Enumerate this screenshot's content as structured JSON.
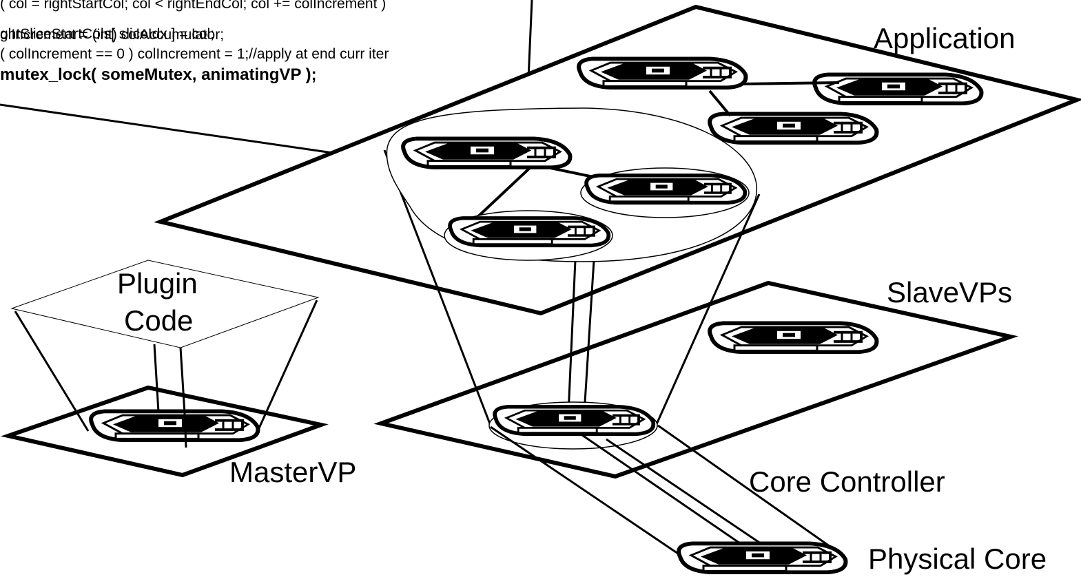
{
  "code_lines": [
    "( col = rightStartCol; col < rightEndCol; col += colIncrement )",
    "ghtSliceStartCols[ sliceIdx ] = col;",
    "olIncrement = (int) colAccumulator;",
    "( colIncrement == 0 ) colIncrement = 1;//apply at end curr iter",
    "mutex_lock( someMutex, animatingVP );"
  ],
  "labels": {
    "application": "Application",
    "slave_vps": "SlaveVPs",
    "plugin_line1": "Plugin",
    "plugin_line2": "Code",
    "master_vp": "MasterVP",
    "core_controller": "Core Controller",
    "physical_core": "Physical Core"
  },
  "colors": {
    "ink": "#000000",
    "background": "#ffffff"
  },
  "icons": {
    "vp_chip": "chip-icon"
  }
}
